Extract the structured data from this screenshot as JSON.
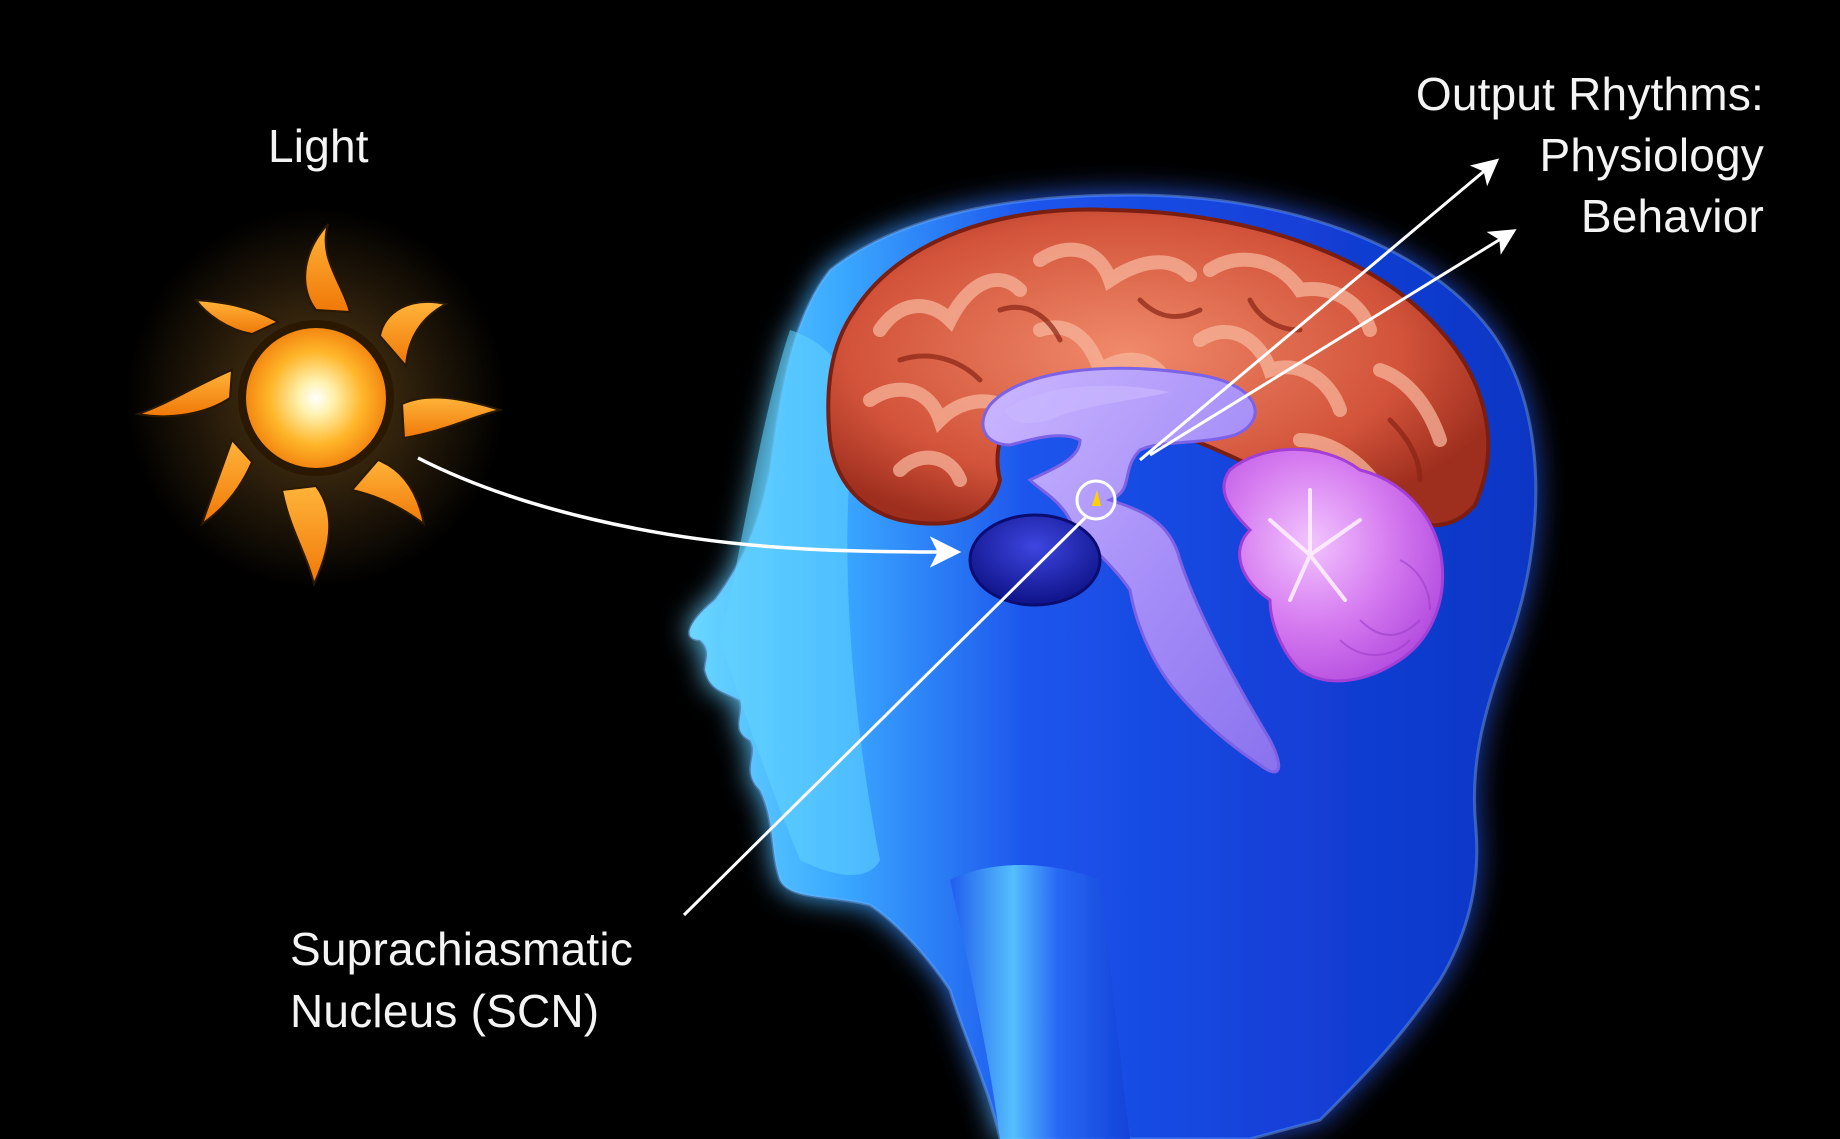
{
  "diagram": {
    "subject": "Circadian light pathway to the suprachiasmatic nucleus",
    "labels": {
      "light": "Light",
      "output_title": "Output Rhythms:",
      "output_items": [
        "Physiology",
        "Behavior"
      ],
      "scn_line1": "Suprachiasmatic",
      "scn_line2": "Nucleus (SCN)"
    },
    "nodes": [
      {
        "id": "sun",
        "name": "Light source (sun)",
        "icon": "sun-icon"
      },
      {
        "id": "head",
        "name": "Human head profile (sagittal view)"
      },
      {
        "id": "cerebrum",
        "name": "Cerebral cortex"
      },
      {
        "id": "cerebellum",
        "name": "Cerebellum"
      },
      {
        "id": "brainstem",
        "name": "Brainstem / diencephalon"
      },
      {
        "id": "scn",
        "name": "Suprachiasmatic Nucleus (SCN)",
        "marker": "circle-highlight"
      }
    ],
    "edges": [
      {
        "from": "sun",
        "to": "eye",
        "style": "curved-arrow"
      },
      {
        "from": "scn-region",
        "to": "Physiology",
        "style": "arrow"
      },
      {
        "from": "scn-region",
        "to": "Behavior",
        "style": "arrow"
      },
      {
        "from": "scn_label",
        "to": "scn",
        "style": "leader-line"
      }
    ],
    "colors": {
      "background": "#000000",
      "head_light": "#5fd0ff",
      "head_mid": "#1f5cf0",
      "head_dark": "#0a2fb0",
      "cortex": "#d6563a",
      "cortex_highlight": "#f7b49a",
      "brainstem": "#a98cf8",
      "cerebellum": "#d677f0",
      "pituitary": "#1a1fa8",
      "sun_core": "#fff4c0",
      "sun_mid": "#ffa51a",
      "sun_rays": "#f58a10",
      "scn_dot": "#ffd000",
      "arrow": "#ffffff"
    }
  }
}
